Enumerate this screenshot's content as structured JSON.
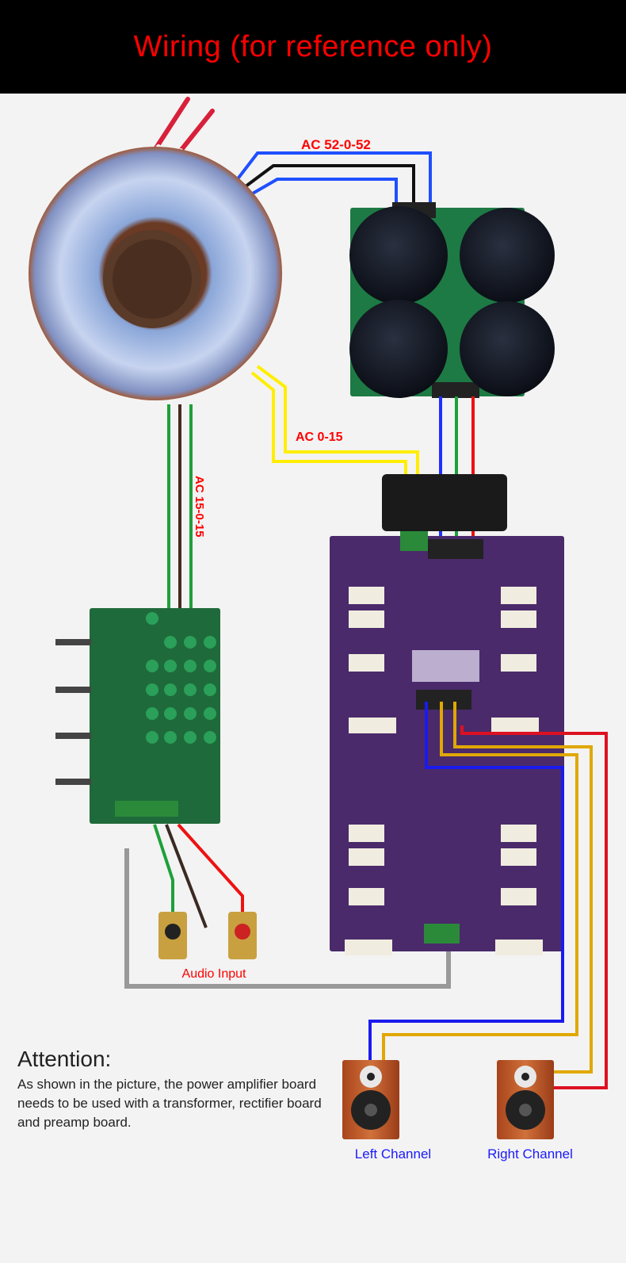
{
  "header": {
    "title": "Wiring (for reference only)"
  },
  "labels": {
    "ac_52": "AC 52-0-52",
    "ac_015": "AC 0-15",
    "ac_15015": "AC 15-0-15",
    "audio_input": "Audio Input",
    "left_channel": "Left Channel",
    "right_channel": "Right Channel"
  },
  "attention": {
    "heading": "Attention:",
    "body": "As shown in the picture, the power amplifier board needs to be used with a transformer, rectifier board and preamp board."
  },
  "colors": {
    "title": "#ff0000",
    "label_red": "#ff0000",
    "label_blue": "#1a1aff",
    "amp_board": "#4a2a6a",
    "pcb_green": "#1f6a3a"
  }
}
